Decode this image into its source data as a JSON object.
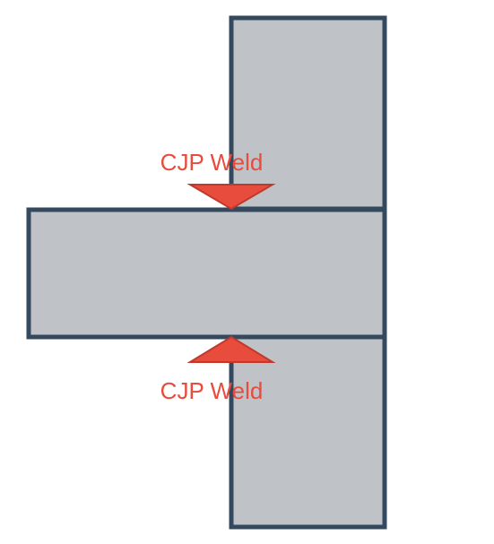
{
  "diagram": {
    "colors": {
      "plate_fill": "#bfc3c7",
      "plate_stroke": "#34495e",
      "weld_fill": "#e74c3c",
      "weld_stroke": "#c0392b",
      "label_color": "#e74c3c"
    },
    "plates": [
      {
        "name": "vertical-plate-top"
      },
      {
        "name": "horizontal-plate"
      },
      {
        "name": "vertical-plate-bottom"
      }
    ],
    "welds": [
      {
        "name": "top-weld",
        "label": "CJP Weld",
        "direction": "down"
      },
      {
        "name": "bottom-weld",
        "label": "CJP Weld",
        "direction": "up"
      }
    ]
  }
}
